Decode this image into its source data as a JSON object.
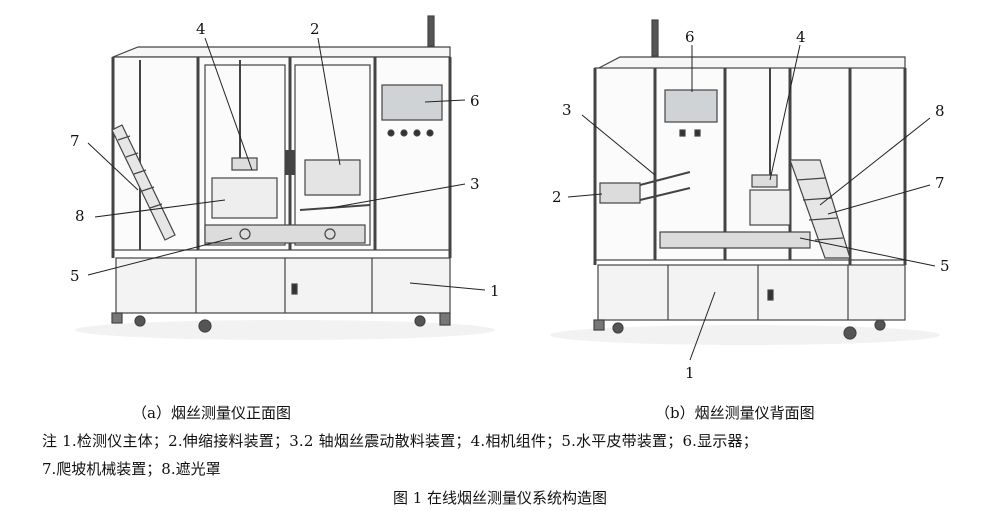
{
  "figure": {
    "panel_a": {
      "caption": "（a）烟丝测量仪正面图",
      "callouts": [
        "4",
        "2",
        "6",
        "7",
        "3",
        "8",
        "5",
        "1"
      ]
    },
    "panel_b": {
      "caption": "（b）烟丝测量仪背面图",
      "callouts": [
        "6",
        "4",
        "3",
        "8",
        "2",
        "7",
        "5",
        "1"
      ]
    },
    "note_line1": "注 1.检测仪主体；2.伸缩接料装置；3.2 轴烟丝震动散料装置；4.相机组件；5.水平皮带装置；6.显示器；",
    "note_line2": "7.爬坡机械装置；8.遮光罩",
    "title": "图 1  在线烟丝测量仪系统构造图"
  },
  "colors": {
    "line": "#3a3a3a",
    "frame": "#555555",
    "fill_light": "#eeeeee",
    "screen": "#cfd3d6"
  }
}
